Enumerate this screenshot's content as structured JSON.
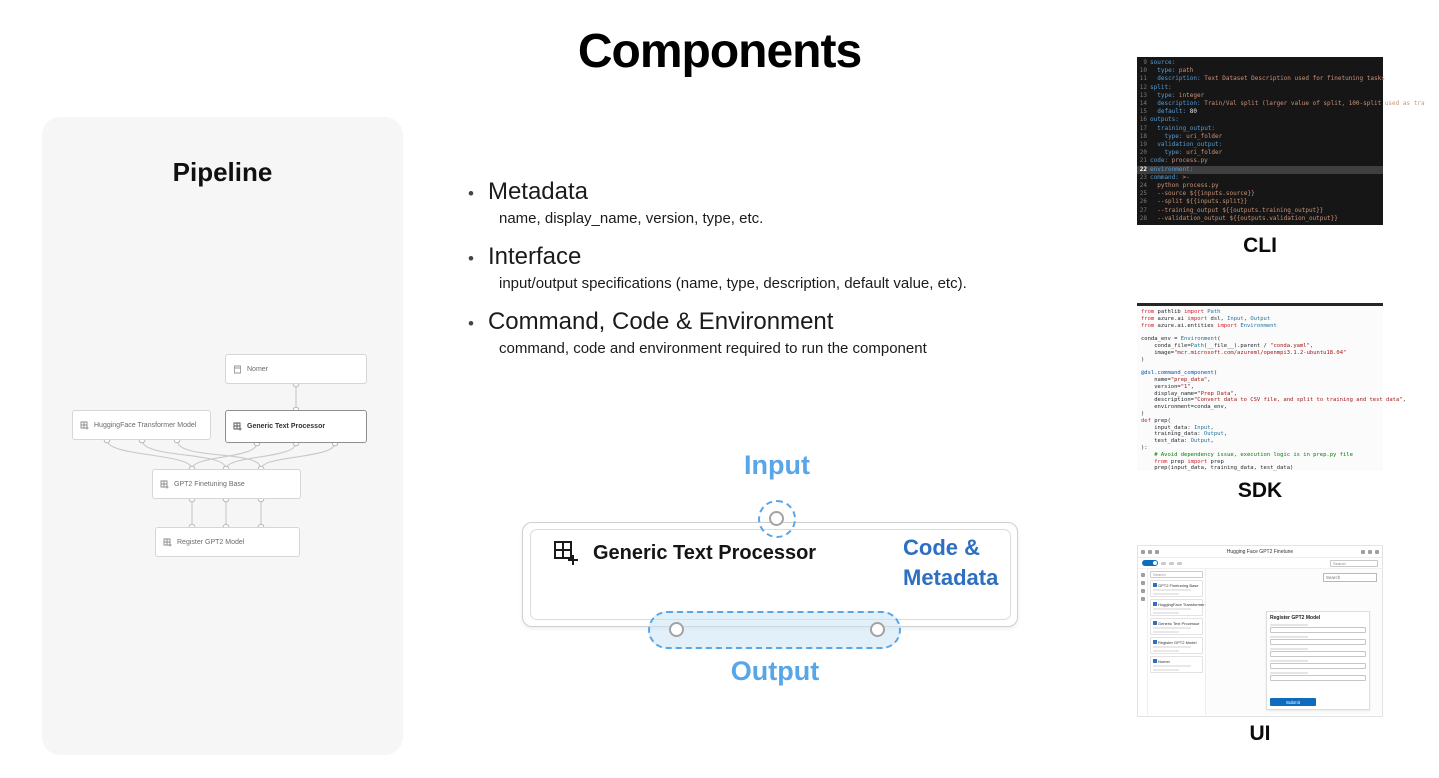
{
  "slide": {
    "title": "Components"
  },
  "pipeline": {
    "title": "Pipeline",
    "nodes": [
      {
        "label": "Nomer"
      },
      {
        "label": "HuggingFace Transformer Model"
      },
      {
        "label": "Generic Text Processor"
      },
      {
        "label": "GPT2 Finetuning Base"
      },
      {
        "label": "Register GPT2 Model"
      }
    ]
  },
  "bullets": [
    {
      "title": "Metadata",
      "desc": "name, display_name, version, type, etc."
    },
    {
      "title": "Interface",
      "desc": "input/output specifications (name, type, description, default value, etc)."
    },
    {
      "title": "Command, Code & Environment",
      "desc": "command, code and environment required to run the component"
    }
  ],
  "diagram": {
    "input_label": "Input",
    "output_label": "Output",
    "node_title": "Generic Text Processor",
    "side_label_1": "Code &",
    "side_label_2": "Metadata",
    "accent_light_blue": "#58a6e8",
    "accent_blue": "#2d6fc0"
  },
  "cli": {
    "caption": "CLI",
    "lines": [
      {
        "n": 9,
        "t": "source:"
      },
      {
        "n": 10,
        "t": "  type: path"
      },
      {
        "n": 11,
        "t": "  description: Text Dataset Description used for finetuning tasks"
      },
      {
        "n": 12,
        "t": "split:"
      },
      {
        "n": 13,
        "t": "  type: integer"
      },
      {
        "n": 14,
        "t": "  description: Train/Val split (larger value of split, 100-split used as tra"
      },
      {
        "n": 15,
        "t": "  default: 80"
      },
      {
        "n": 16,
        "t": "outputs:"
      },
      {
        "n": 17,
        "t": "  training_output:"
      },
      {
        "n": 18,
        "t": "    type: uri_folder"
      },
      {
        "n": 19,
        "t": "  validation_output:"
      },
      {
        "n": 20,
        "t": "    type: uri_folder"
      },
      {
        "n": 21,
        "t": "code: process.py"
      },
      {
        "n": 22,
        "t": "environment:",
        "h": true
      },
      {
        "n": 23,
        "t": "command: >-"
      },
      {
        "n": 24,
        "t": "  python process.py"
      },
      {
        "n": 25,
        "t": "  --source ${{inputs.source}}"
      },
      {
        "n": 26,
        "t": "  --split ${{inputs.split}}"
      },
      {
        "n": 27,
        "t": "  --training_output ${{outputs.training_output}}"
      },
      {
        "n": 28,
        "t": "  --validation_output ${{outputs.validation_output}}"
      }
    ]
  },
  "sdk": {
    "caption": "SDK",
    "lines": [
      "from pathlib import Path",
      "from azure.ai import dsl, Input, Output",
      "from azure.ai.entities import Environment",
      "",
      "conda_env = Environment(",
      "    conda_file=Path(__file__).parent / \"conda.yaml\",",
      "    image=\"mcr.microsoft.com/azureml/openmpi3.1.2-ubuntu18.04\"",
      ")",
      "",
      "@dsl.command_component(",
      "    name=\"prep_data\",",
      "    version=\"1\",",
      "    display_name=\"Prep Data\",",
      "    description=\"Convert data to CSV file, and split to training and test data\",",
      "    environment=conda_env,",
      ")",
      "def prep(",
      "    input_data: Input,",
      "    training_data: Output,",
      "    test_data: Output,",
      "):",
      "    # Avoid dependency issue, execution logic is in prep.py file",
      "    from prep import prep",
      "    prep(input_data, training_data, test_data)"
    ]
  },
  "ui": {
    "caption": "UI",
    "window_title": "Hugging Face GPT2 Finetune",
    "search_placeholder": "Search",
    "sidebar_items": [
      {
        "name": "GPT2 Finetuning Base"
      },
      {
        "name": "HuggingFace Transformer Model"
      },
      {
        "name": "Generic Text Processor"
      },
      {
        "name": "Register GPT2 Model"
      },
      {
        "name": "Nomer"
      }
    ],
    "form": {
      "title": "Register GPT2 Model",
      "submit_label": "Submit"
    }
  }
}
